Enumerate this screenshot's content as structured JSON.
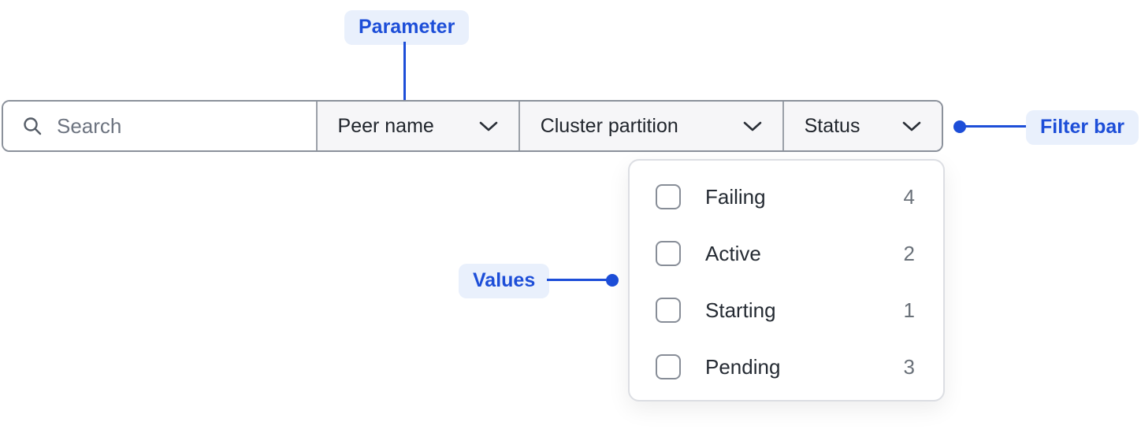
{
  "annotations": {
    "parameter": {
      "label": "Parameter"
    },
    "filter_bar": {
      "label": "Filter bar"
    },
    "values": {
      "label": "Values"
    }
  },
  "colors": {
    "accent_blue": "#1d4ed8",
    "badge_bg": "#e9f0fc",
    "bar_border": "#8b919b",
    "section_bg": "#f6f6f8",
    "panel_border": "#dcdee3",
    "text_dark": "#22272f",
    "text_muted": "#6a7179"
  },
  "filter_bar": {
    "search": {
      "placeholder": "Search",
      "value": "",
      "icon": "search-icon"
    },
    "dropdowns": [
      {
        "label": "Peer name",
        "icon": "chevron-down-icon"
      },
      {
        "label": "Cluster partition",
        "icon": "chevron-down-icon"
      },
      {
        "label": "Status",
        "icon": "chevron-down-icon"
      }
    ]
  },
  "status_dropdown": {
    "items": [
      {
        "label": "Failing",
        "count": "4",
        "checked": false
      },
      {
        "label": "Active",
        "count": "2",
        "checked": false
      },
      {
        "label": "Starting",
        "count": "1",
        "checked": false
      },
      {
        "label": "Pending",
        "count": "3",
        "checked": false
      }
    ]
  }
}
